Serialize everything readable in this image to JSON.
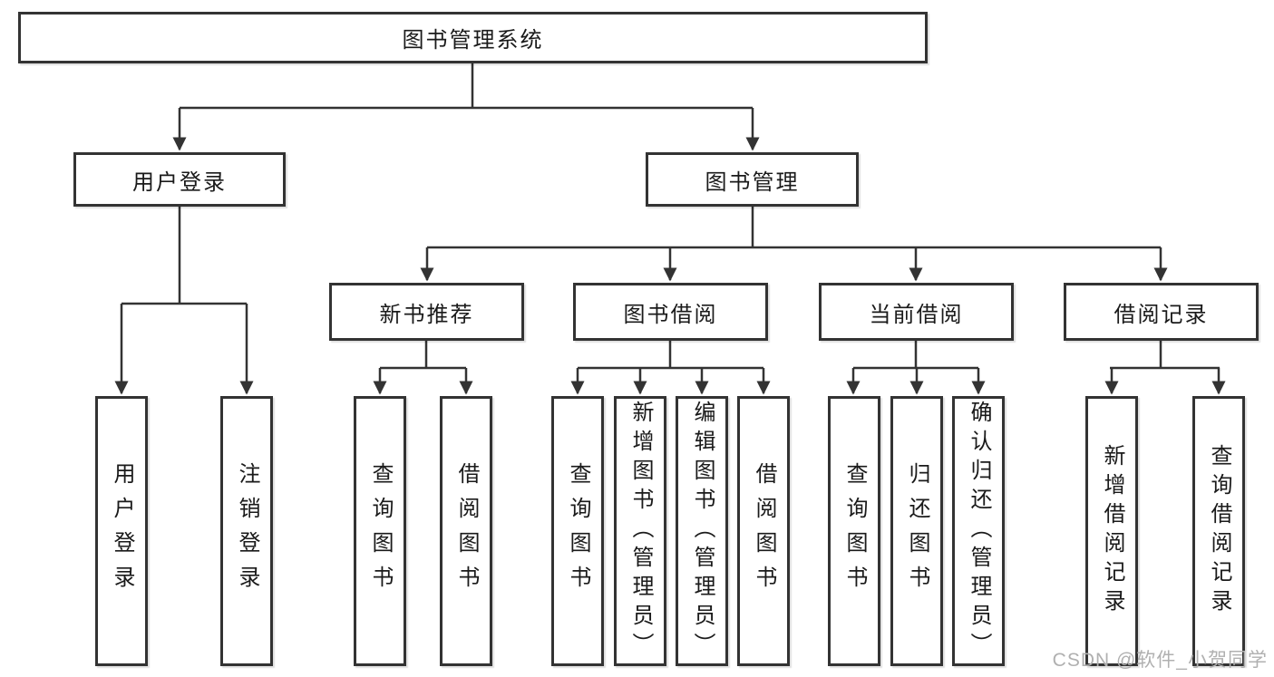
{
  "diagram": {
    "root": "图书管理系统",
    "user_login": {
      "label": "用户登录",
      "children": [
        "用户登录",
        "注销登录"
      ]
    },
    "book_management": {
      "label": "图书管理",
      "sections": [
        {
          "label": "新书推荐",
          "children": [
            "查询图书",
            "借阅图书"
          ]
        },
        {
          "label": "图书借阅",
          "children": [
            "查询图书",
            "新增图书（管理员）",
            "编辑图书（管理员）",
            "借阅图书"
          ]
        },
        {
          "label": "当前借阅",
          "children": [
            "查询图书",
            "归还图书",
            "确认归还（管理员）"
          ]
        },
        {
          "label": "借阅记录",
          "children": [
            "新增借阅记录",
            "查询借阅记录"
          ]
        }
      ]
    }
  },
  "watermark": {
    "text": "CSDN @软件_小贺同学"
  },
  "colors": {
    "line": "#333333",
    "box_border": "#333333",
    "text": "#1a1a1a",
    "watermark": "#b0b0b0",
    "background": "#ffffff"
  }
}
